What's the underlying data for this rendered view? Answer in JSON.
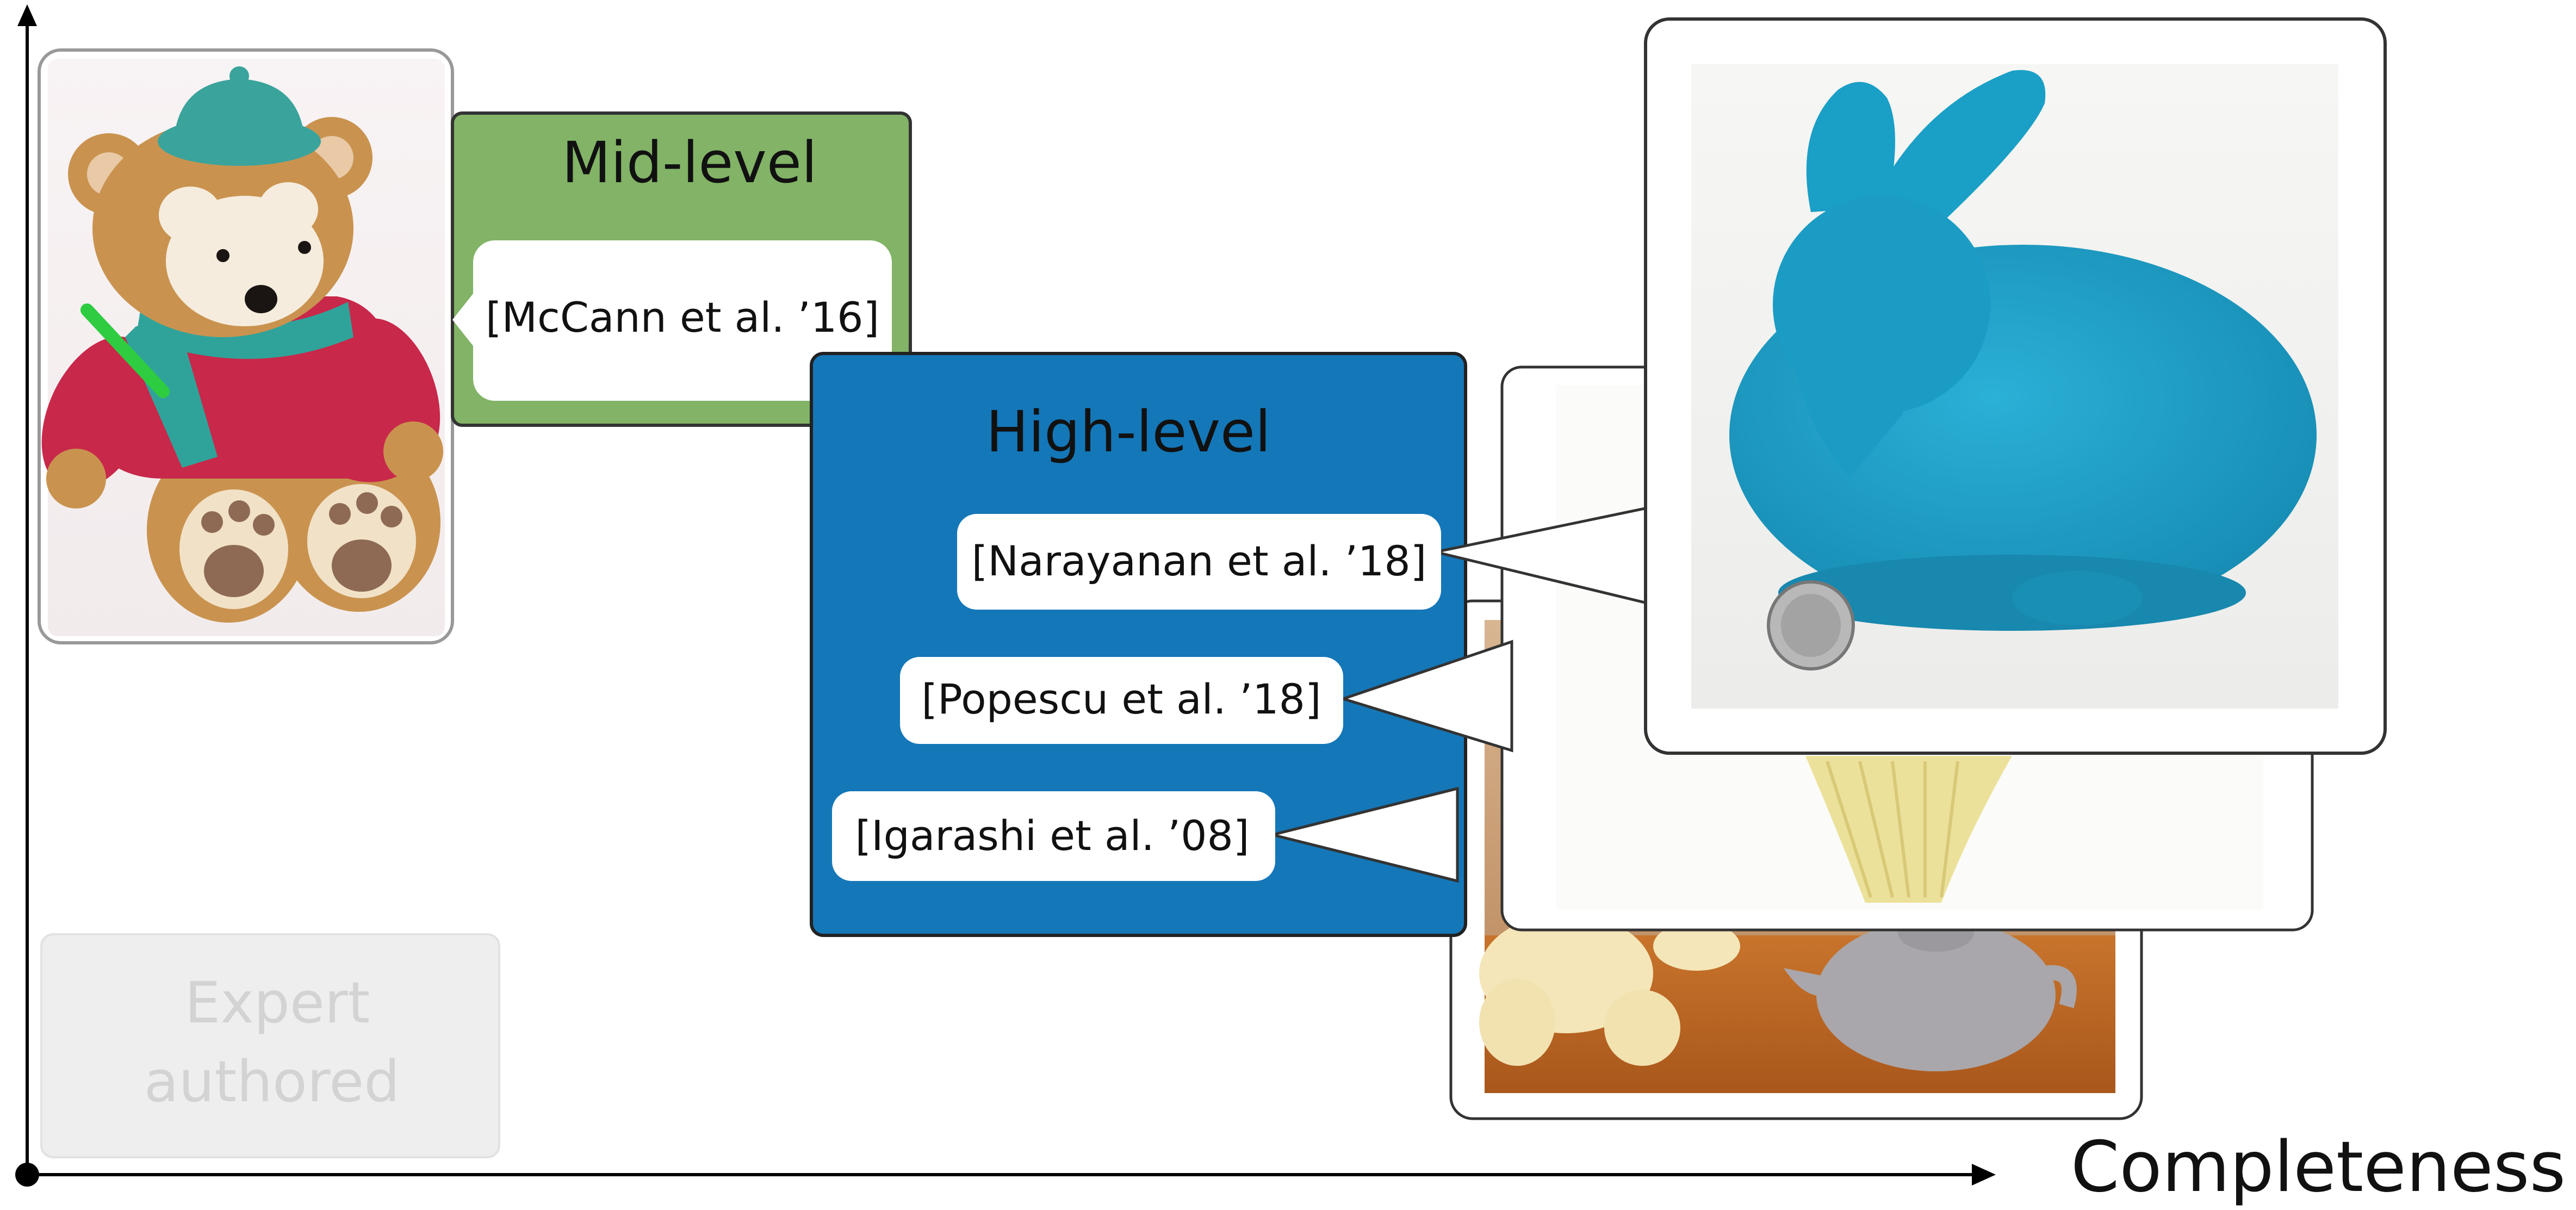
{
  "axis": {
    "x_label": "Completeness"
  },
  "levels": {
    "expert": "Expert\nauthored",
    "mid": "Mid-level",
    "high": "High-level"
  },
  "citations": {
    "mccann": "[McCann et al. ’16]",
    "narayanan": "[Narayanan et al. ’18]",
    "popescu": "[Popescu et al. ’18]",
    "igarashi": "[Igarashi et al. ’08]"
  },
  "colors": {
    "mid_box": "#82b366",
    "high_box": "#1477b8",
    "expert_box": "#eeeeee",
    "expert_text": "#d3d3d3",
    "bunny": "#1a9fc6",
    "axis": "#000000"
  },
  "images": {
    "bear": "teddy-bear-photo",
    "bunny": "knitted-bunny-photo",
    "crochet": "crochet-toys-photo",
    "vase": "knitted-vase-photo"
  }
}
